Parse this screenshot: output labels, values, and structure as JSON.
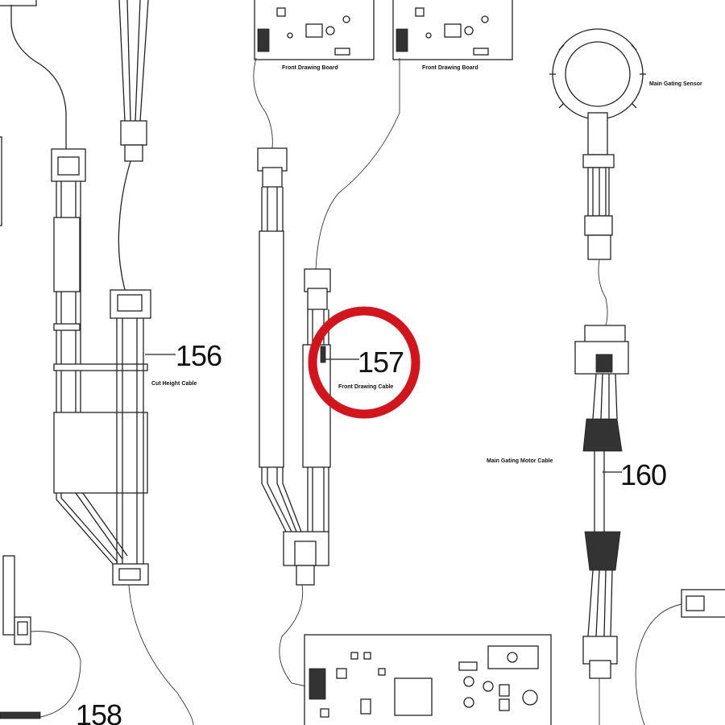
{
  "callouts": {
    "c156": "156",
    "c157": "157",
    "c158": "158",
    "c160": "160"
  },
  "labels": {
    "board_left": "Front Drawing Board",
    "board_right": "Front Drawing Board",
    "sensor": "Main Gating Sensor",
    "cable_156": "Cut Height Cable",
    "cable_157": "Front Drawing Cable",
    "cable_160": "Main Gating Motor Cable"
  },
  "colors": {
    "highlight": "#d2141c",
    "linework": "#222222"
  }
}
